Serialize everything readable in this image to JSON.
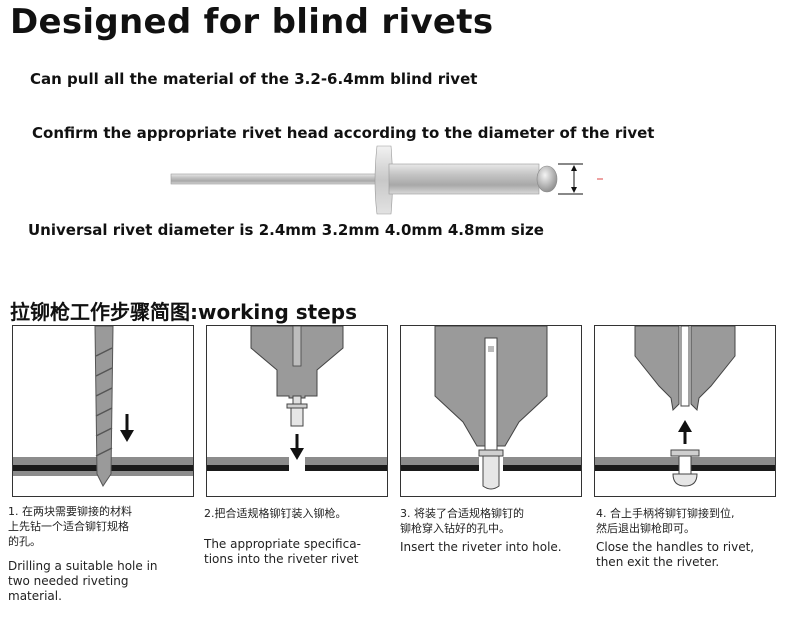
{
  "header": {
    "title": "Designed for blind rivets",
    "line1": "Can pull all the material of the 3.2-6.4mm blind rivet",
    "line2": "Confirm the appropriate rivet head according to the diameter of the rivet",
    "line3": "Universal rivet diameter is 2.4mm 3.2mm 4.0mm 4.8mm size"
  },
  "steps": {
    "title": "拉铆枪工作步骤简图:working steps",
    "items": [
      {
        "cn": [
          "1. 在两块需要铆接的材料",
          "上先钻一个适合铆钉规格",
          "的孔。"
        ],
        "en": [
          "Drilling a suitable hole in",
          "two needed riveting",
          "material."
        ]
      },
      {
        "cn": [
          "2.把合适规格铆钉装入铆枪。"
        ],
        "en": [
          "The appropriate specifica-",
          "tions into the riveter rivet"
        ]
      },
      {
        "cn": [
          "3. 将装了合适规格铆钉的",
          "铆枪穿入钻好的孔中。"
        ],
        "en": [
          "Insert the riveter into hole."
        ]
      },
      {
        "cn": [
          "4. 合上手柄将铆钉铆接到位,",
          "然后退出铆枪即可。"
        ],
        "en": [
          "Close the handles to rivet,",
          "then exit the riveter."
        ]
      }
    ]
  },
  "colors": {
    "gun_gray": "#9a9a9a",
    "material_gray": "#8c8c8c",
    "material_black": "#1a1a1a",
    "arrow": "#111111"
  }
}
